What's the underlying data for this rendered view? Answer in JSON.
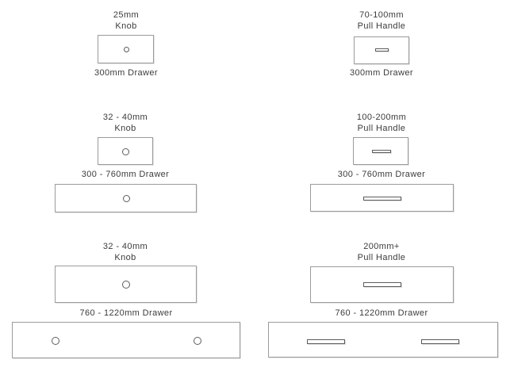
{
  "colors": {
    "bg": "#ffffff",
    "border": "#9b9b9b",
    "hardware": "#5c5c5c",
    "text": "#3b3b3b"
  },
  "cells": {
    "knob_small": {
      "size": "25mm",
      "type": "Knob",
      "drawer": "300mm Drawer"
    },
    "knob_medium": {
      "size": "32 - 40mm",
      "type": "Knob",
      "drawer": "300 - 760mm Drawer"
    },
    "knob_large": {
      "size": "32 - 40mm",
      "type": "Knob",
      "drawer": "760 - 1220mm Drawer"
    },
    "pull_small": {
      "size": "70-100mm",
      "type": "Pull Handle",
      "drawer": "300mm Drawer"
    },
    "pull_medium": {
      "size": "100-200mm",
      "type": "Pull Handle",
      "drawer": "300 - 760mm Drawer"
    },
    "pull_large": {
      "size": "200mm+",
      "type": "Pull Handle",
      "drawer": "760 - 1220mm Drawer"
    }
  }
}
